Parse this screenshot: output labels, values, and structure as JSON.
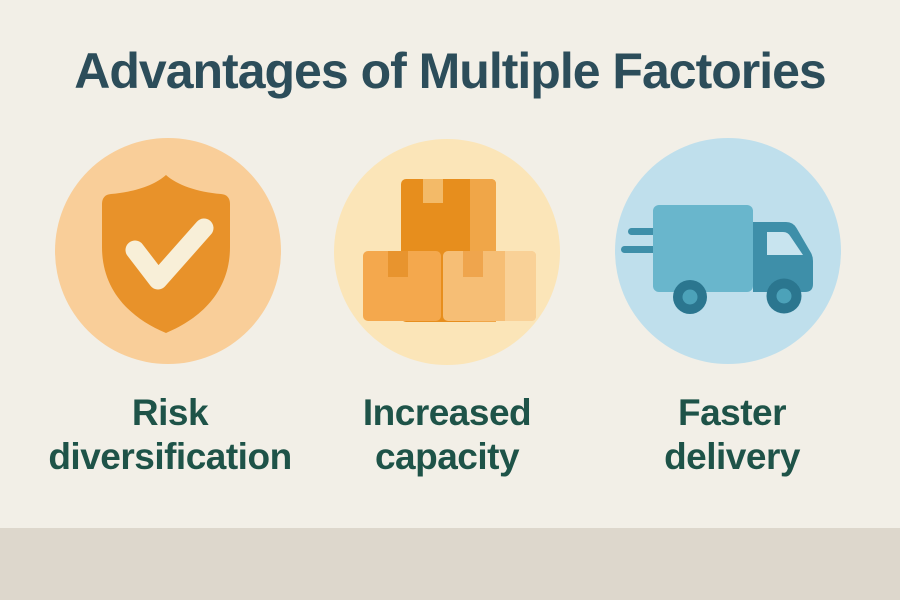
{
  "infographic": {
    "title": "Advantages of Multiple Factories",
    "items": [
      {
        "id": "risk-diversification",
        "icon": "shield-check-icon",
        "label_line1": "Risk",
        "label_line2": "diversification",
        "circle_color": "#F9CE99",
        "icon_color": "#E8922A",
        "check_color": "#F8EFD8"
      },
      {
        "id": "increased-capacity",
        "icon": "stacked-boxes-icon",
        "label_line1": "Increased",
        "label_line2": "capacity",
        "circle_color": "#FBE5B8",
        "icon_colors": [
          "#E78E1D",
          "#F4A84D",
          "#F6BE75"
        ]
      },
      {
        "id": "faster-delivery",
        "icon": "delivery-truck-icon",
        "label_line1": "Faster",
        "label_line2": "delivery",
        "circle_color": "#BFDFEC",
        "icon_colors": [
          "#69B6CC",
          "#3E8FA9",
          "#2B768F"
        ]
      }
    ],
    "colors": {
      "background": "#F2EFE7",
      "floor_band": "#DDD7CC",
      "title_text": "#2C4D5A",
      "label_text": "#1E5348"
    }
  }
}
